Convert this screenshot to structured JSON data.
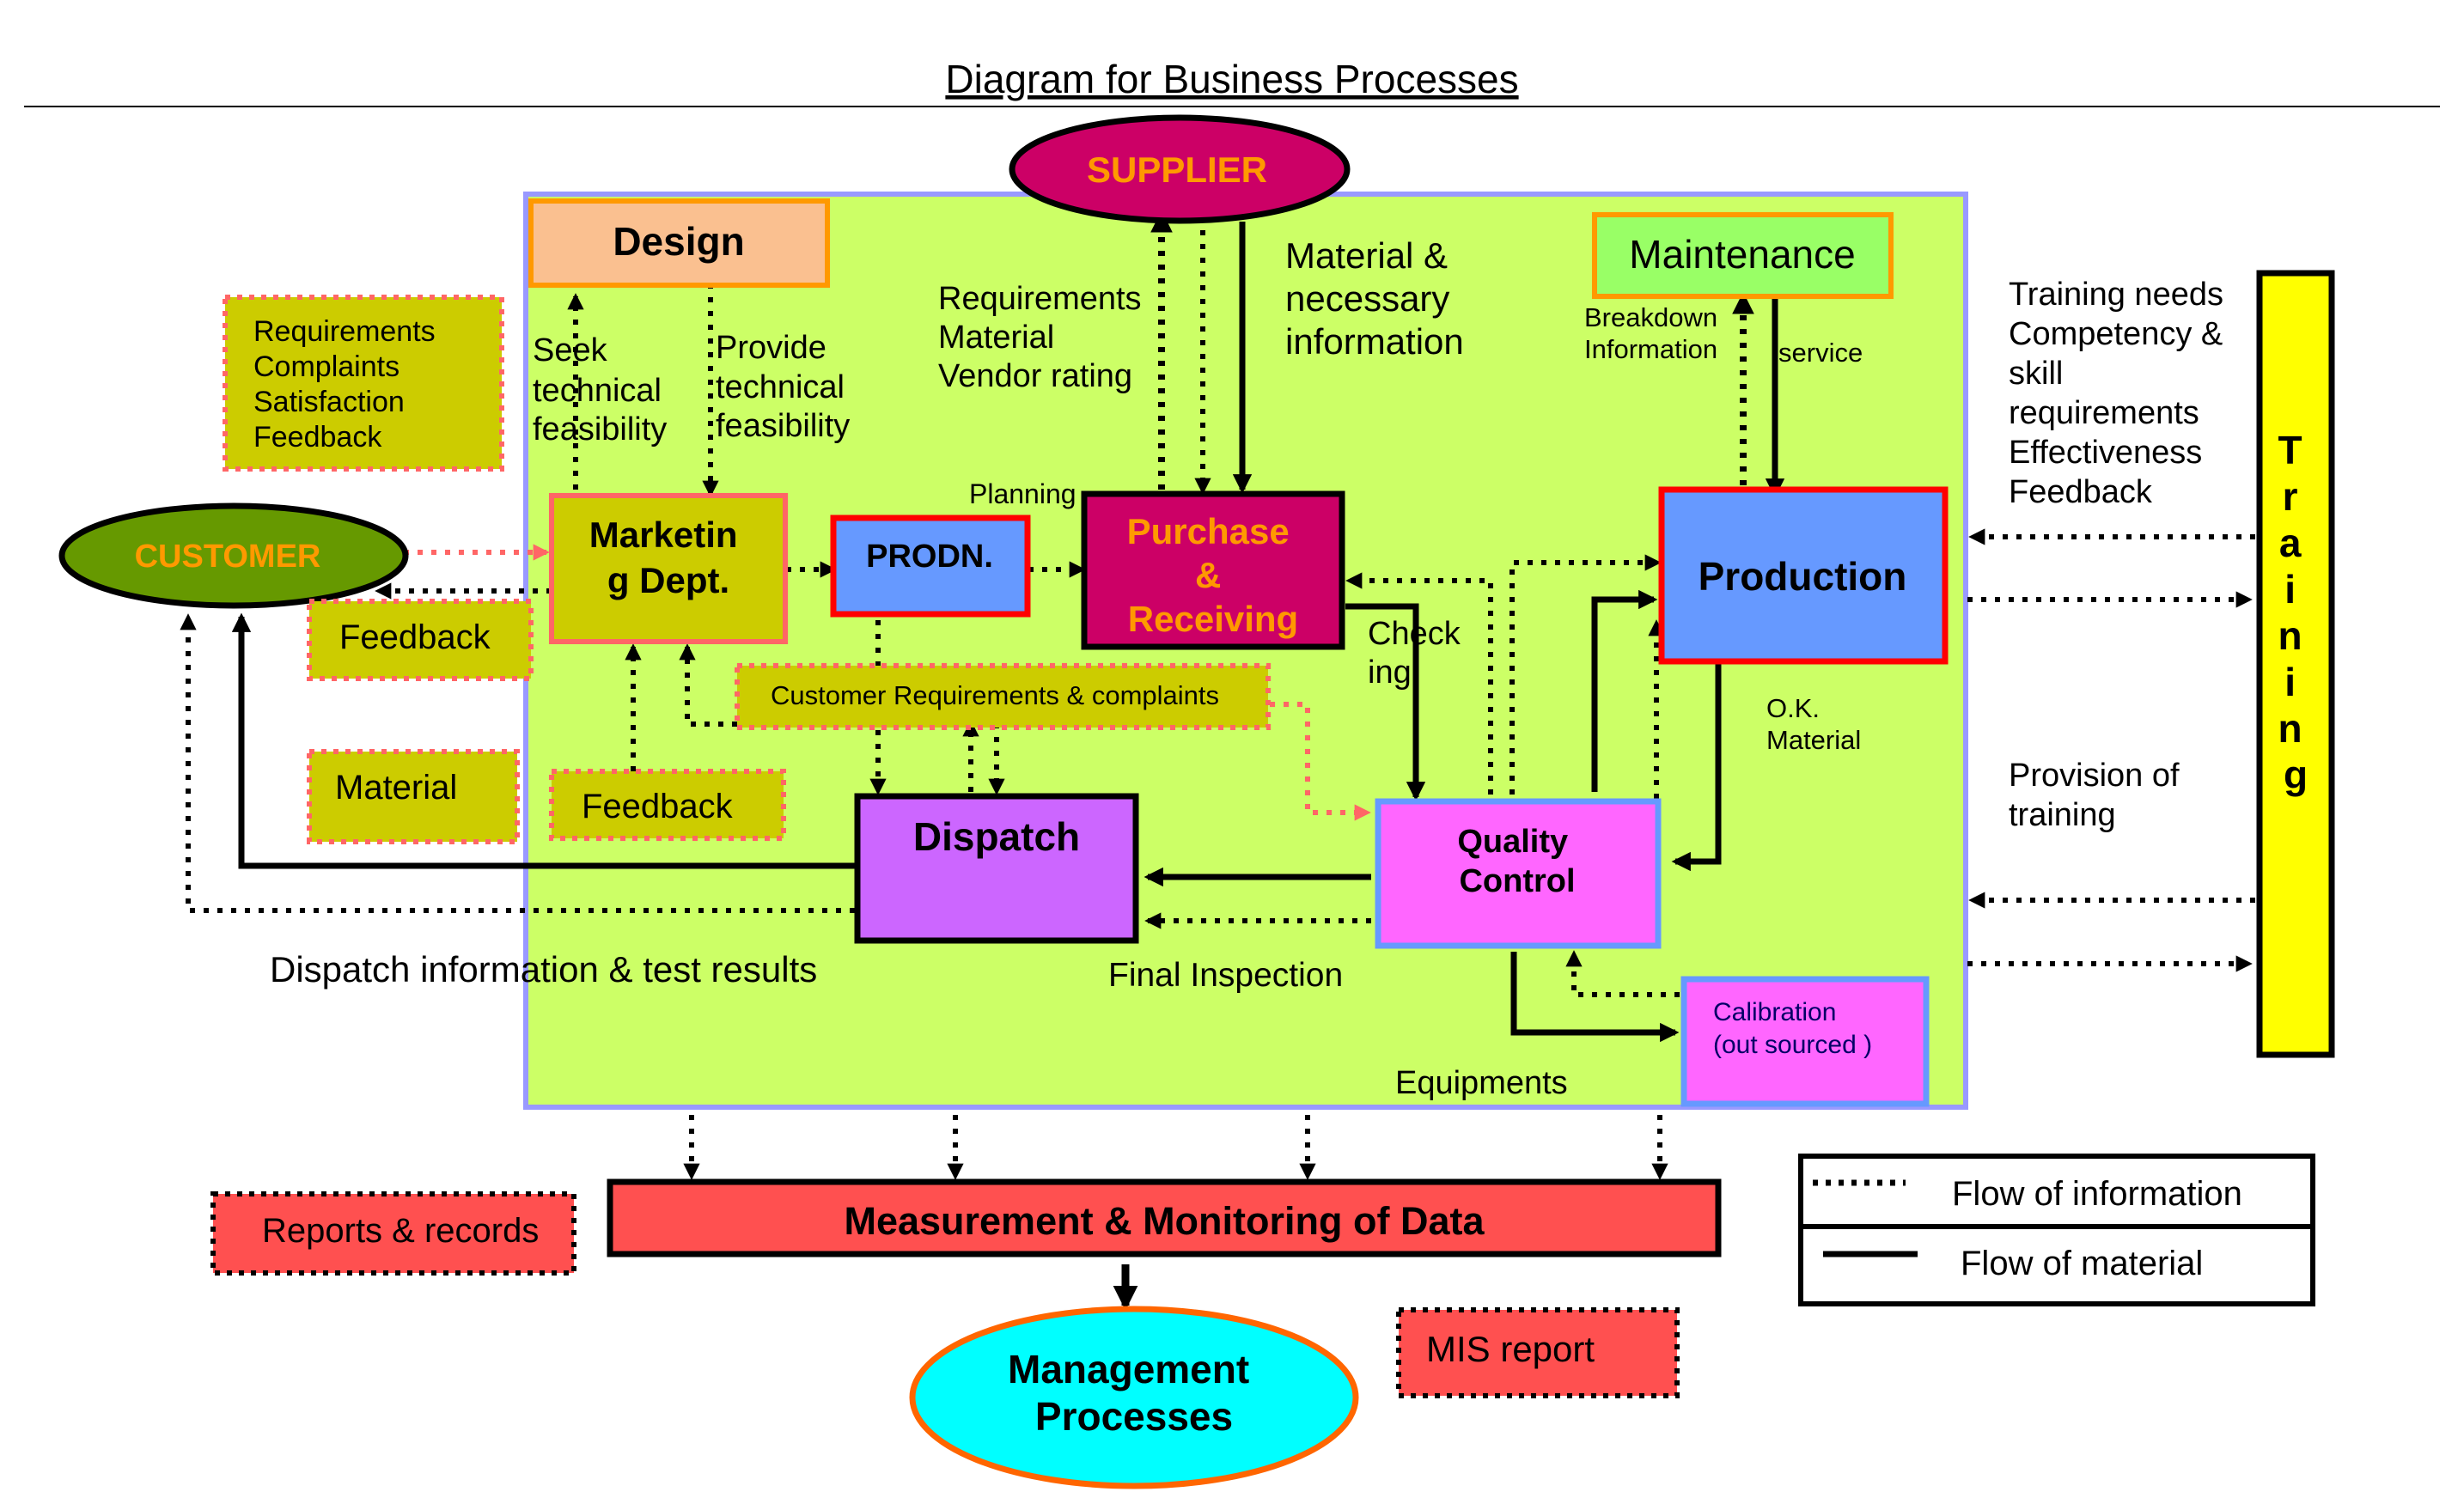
{
  "title": "Diagram for Business Processes",
  "colors": {
    "main_area": "#ccff66",
    "main_border": "#9999ff",
    "supplier": "#cc0066",
    "customer": "#669900",
    "olive_note": "#cccc00",
    "design": "#fac090",
    "maintenance": "#99ff66",
    "marketing": "#cccc00",
    "prodn": "#6699ff",
    "purchase": "#cc0066",
    "production": "#6699ff",
    "dispatch": "#cc66ff",
    "quality": "#ff66ff",
    "calibration": "#ff66ff",
    "training": "#ffff00",
    "measurement": "#ff5050",
    "management": "#00ffff",
    "red_border": "#ff0000",
    "orange_border": "#ff9900",
    "salmon_dotted": "#ff6666"
  },
  "nodes": {
    "supplier": "SUPPLIER",
    "customer": "CUSTOMER",
    "design": "Design",
    "maintenance": "Maintenance",
    "marketing_line1": "Marketin",
    "marketing_line2": "g Dept.",
    "prodn": "PRODN.",
    "purchase_line1": "Purchase",
    "purchase_line2": "&",
    "purchase_line3": "Receiving",
    "production": "Production",
    "dispatch": "Dispatch",
    "quality_line1": "Quality",
    "quality_line2": "Control",
    "calibration_line1": "Calibration",
    "calibration_line2": "(out sourced )",
    "training_letters": [
      "T",
      "r",
      "a",
      "i",
      "n",
      "i",
      "n",
      "g"
    ],
    "measurement": "Measurement & Monitoring of Data",
    "management_line1": "Management",
    "management_line2": "Processes"
  },
  "notes": {
    "customer_inputs": [
      "Requirements",
      "Complaints",
      "Satisfaction",
      "Feedback"
    ],
    "feedback_customer": "Feedback",
    "material_customer": "Material",
    "feedback_marketing": "Feedback",
    "customer_requirements": "Customer Requirements & complaints",
    "reports_records": "Reports & records",
    "mis_report": "MIS report"
  },
  "labels": {
    "seek": [
      "Seek",
      "technical",
      "feasibility"
    ],
    "provide": [
      "Provide",
      "technical",
      "feasibility"
    ],
    "requirements_material": [
      "Requirements",
      "Material",
      "Vendor rating"
    ],
    "material_info": [
      "Material &",
      "necessary",
      "information"
    ],
    "planning": "Planning",
    "breakdown": [
      "Breakdown",
      "Information"
    ],
    "service": "service",
    "checking": [
      "Check",
      "ing"
    ],
    "ok_material": [
      "O.K.",
      "Material"
    ],
    "dispatch_info": "Dispatch information & test results",
    "final_inspection": "Final Inspection",
    "equipments": "Equipments",
    "training_needs": [
      "Training needs",
      "Competency  &",
      "skill",
      "requirements",
      "Effectiveness",
      "Feedback"
    ],
    "provision": [
      "Provision of",
      "training"
    ]
  },
  "legend": {
    "information": "Flow of information",
    "material": "Flow of material"
  }
}
